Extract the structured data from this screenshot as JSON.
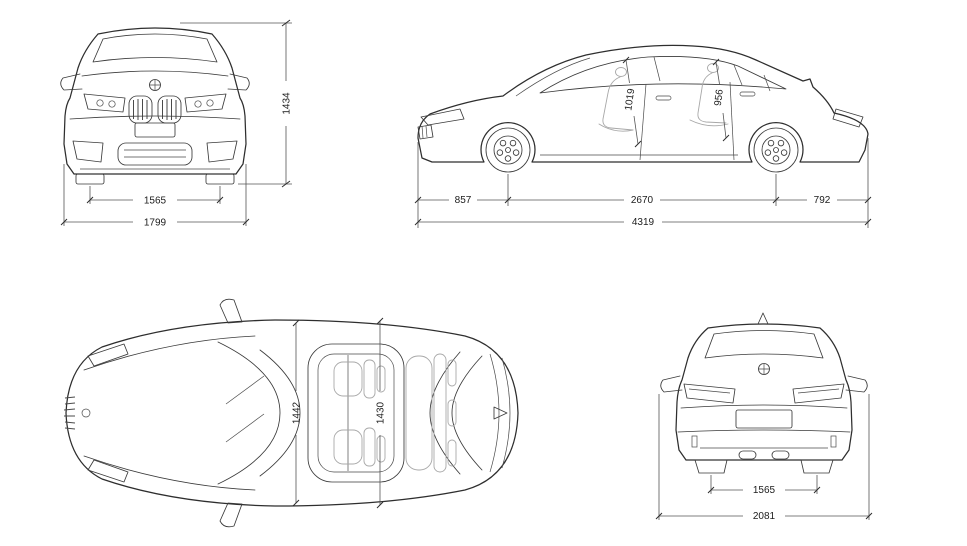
{
  "dims": {
    "front": {
      "height": "1434",
      "track": "1565",
      "width": "1799"
    },
    "side": {
      "front_overhang": "857",
      "wheelbase": "2670",
      "rear_overhang": "792",
      "length": "4319",
      "headroom_front": "1019",
      "headroom_rear": "956"
    },
    "top": {
      "interior_width_front": "1442",
      "interior_width_rear": "1430"
    },
    "rear": {
      "track": "1565",
      "width_incl_mirrors": "2081"
    }
  }
}
